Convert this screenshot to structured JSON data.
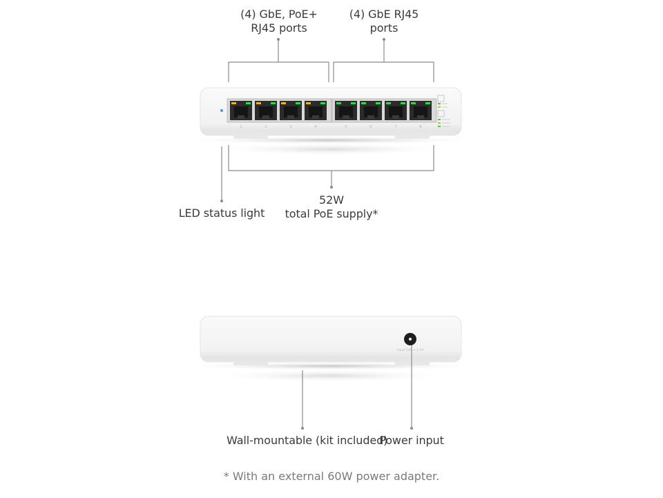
{
  "callouts": {
    "poe_ports": [
      "(4) GbE, PoE+",
      "RJ45 ports"
    ],
    "gbe_ports": [
      "(4) GbE RJ45",
      "ports"
    ],
    "led": "LED status light",
    "poe_budget": [
      "52W",
      "total PoE supply*"
    ],
    "wall_mount": "Wall-mountable (kit included)",
    "power_input": "Power input"
  },
  "footnote": "* With an external 60W power adapter.",
  "device": {
    "port_numbers": [
      "1",
      "2",
      "3",
      "4",
      "5",
      "6",
      "7",
      "8"
    ],
    "rear_power_label": "Input 54V ⎓ 1.2A",
    "colors": {
      "body": "#f4f4f4",
      "port": "#2b2b2b",
      "led_green": "#39d353",
      "led_amber": "#f3b21c",
      "led_blue": "#4a90e2",
      "callout_line": "#8a8a8a"
    }
  }
}
